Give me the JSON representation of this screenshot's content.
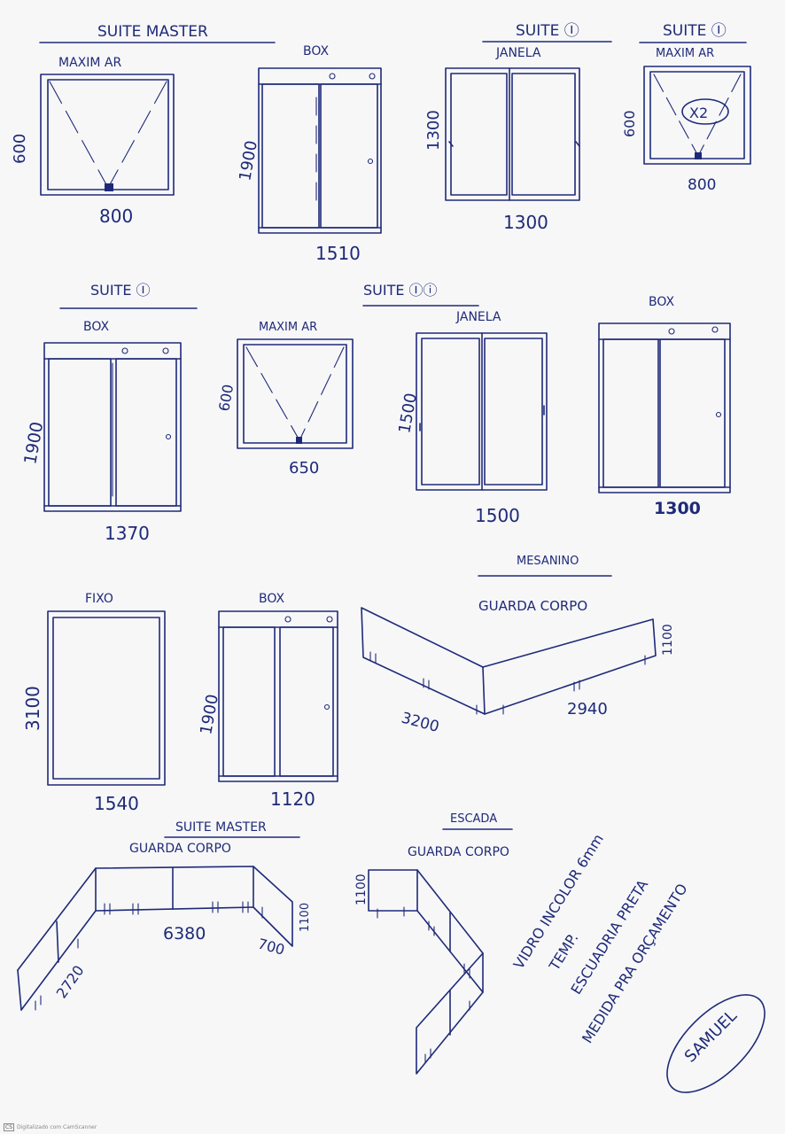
{
  "suite_master": {
    "title": "SUITE MASTER",
    "maxim_ar": {
      "label": "MAXIM AR",
      "height": "600",
      "width": "800"
    },
    "box": {
      "label": "BOX",
      "height": "1900",
      "width": "1510"
    }
  },
  "suite_i": {
    "title": "SUITE Ⓘ",
    "janela": {
      "label": "JANELA",
      "height": "1300",
      "width": "1300"
    },
    "maxim_ar": {
      "label": "MAXIM AR",
      "height": "600",
      "width": "800",
      "qty": "X2"
    },
    "box_title": "SUITE Ⓘ",
    "box": {
      "label": "BOX",
      "height": "1900",
      "width": "1370"
    }
  },
  "middle_row": {
    "maxim_ar": {
      "label": "MAXIM AR",
      "height": "600",
      "width": "650"
    }
  },
  "suite_ii": {
    "title": "SUITE Ⓘⓘ",
    "janela": {
      "label": "JANELA",
      "height": "1500",
      "width": "1500"
    },
    "box": {
      "label": "BOX",
      "width": "1300"
    }
  },
  "fixo": {
    "label": "FIXO",
    "height": "3100",
    "width": "1540"
  },
  "box3": {
    "label": "BOX",
    "height": "1900",
    "width": "1120"
  },
  "mesanino": {
    "title": "MESANINO",
    "subtitle": "GUARDA CORPO",
    "left": "3200",
    "right": "2940",
    "height": "1100"
  },
  "guarda_master": {
    "title": "SUITE MASTER",
    "subtitle": "GUARDA CORPO",
    "back": "6380",
    "right": "700",
    "left": "2720",
    "height": "1100"
  },
  "escada": {
    "title": "ESCADA",
    "subtitle": "GUARDA CORPO",
    "height": "1100"
  },
  "notes": {
    "line1": "VIDRO INCOLOR 6mm",
    "line2": "TEMP.",
    "line3": "ESCUADRIA PRETA",
    "line4": "MEDIDA PRA ORÇAMENTO",
    "signature": "SAMUEL"
  },
  "watermark": {
    "badge": "CS",
    "text": "Digitalizado com CamScanner"
  }
}
